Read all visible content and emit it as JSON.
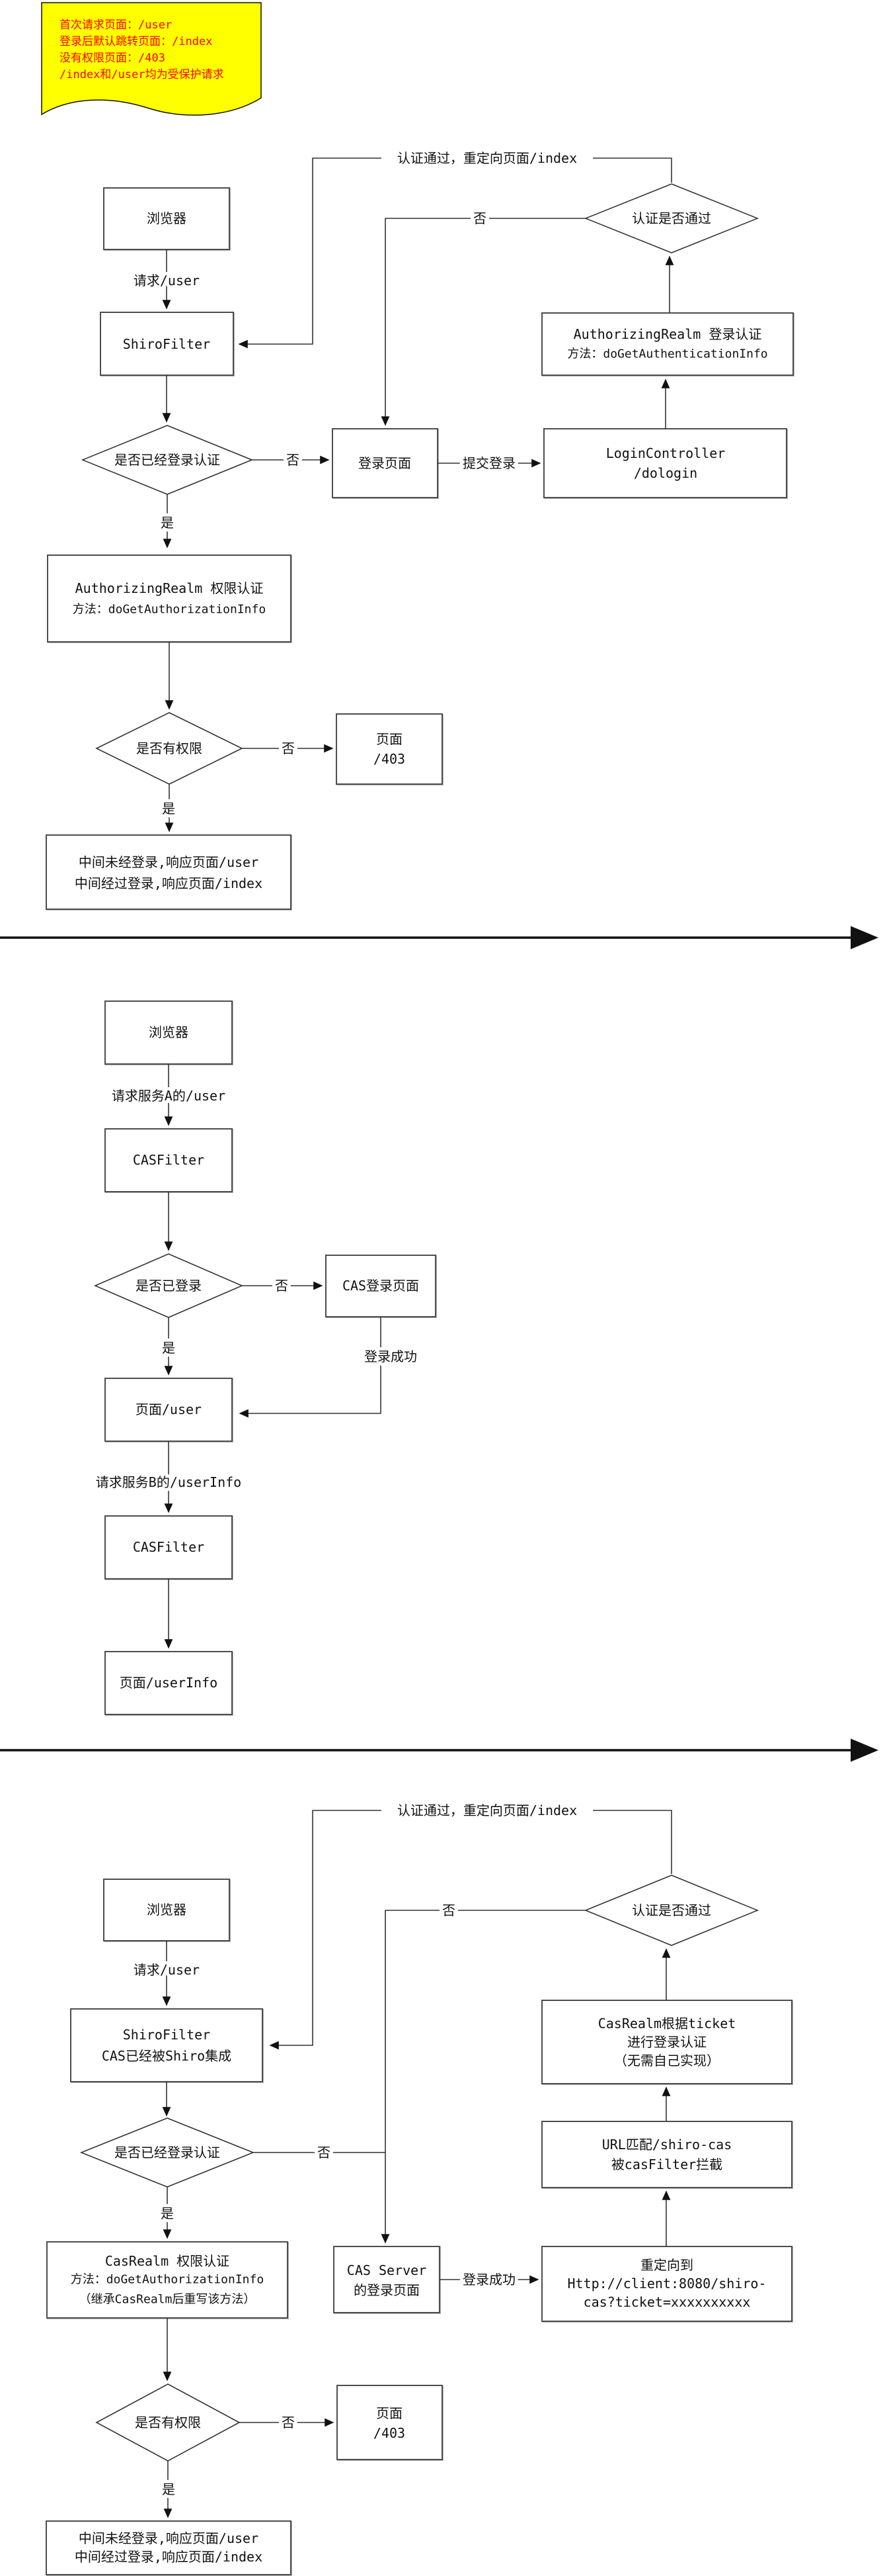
{
  "note": {
    "lines": [
      "首次请求页面：/user",
      "登录后默认跳转页面：/index",
      "没有权限页面：/403",
      "/index和/user均为受保护请求"
    ]
  },
  "labels": {
    "yes": "是",
    "no": "否",
    "auth_pass_redirect": "认证通过，重定向页面/index",
    "req_user": "请求/user",
    "submit_login": "提交登录",
    "login_success": "登录成功"
  },
  "s1": {
    "browser": "浏览器",
    "shiro_filter": "ShiroFilter",
    "d_logged_in": "是否已经登录认证",
    "login_page": "登录页面",
    "controller_l1": "LoginController",
    "controller_l2": "/dologin",
    "authn_l1": "AuthorizingRealm 登录认证",
    "authn_l2": "方法：doGetAuthenticationInfo",
    "d_auth_pass": "认证是否通过",
    "authz_l1": "AuthorizingRealm 权限认证",
    "authz_l2": "方法：doGetAuthorizationInfo",
    "d_has_perm": "是否有权限",
    "p403_l1": "页面",
    "p403_l2": "/403",
    "final_l1": "中间未经登录,响应页面/user",
    "final_l2": "中间经过登录,响应页面/index"
  },
  "s2": {
    "browser": "浏览器",
    "req_a": "请求服务A的/user",
    "cas_filter": "CASFilter",
    "d_logged_in": "是否已登录",
    "cas_login_page": "CAS登录页面",
    "page_user": "页面/user",
    "req_b": "请求服务B的/userInfo",
    "cas_filter2": "CASFilter",
    "page_userinfo": "页面/userInfo"
  },
  "s3": {
    "browser": "浏览器",
    "shiro_l1": "ShiroFilter",
    "shiro_l2": "CAS已经被Shiro集成",
    "d_logged_in": "是否已经登录认证",
    "d_auth_pass": "认证是否通过",
    "ticket_l1": "CasRealm根据ticket",
    "ticket_l2": "进行登录认证",
    "ticket_l3": "（无需自己实现）",
    "url_l1": "URL匹配/shiro-cas",
    "url_l2": "被casFilter拦截",
    "cas_server_l1": "CAS Server",
    "cas_server_l2": "的登录页面",
    "redirect_l1": "重定向到",
    "redirect_l2": "Http://client:8080/shiro-",
    "redirect_l3": "cas?ticket=xxxxxxxxxx",
    "authz_l1": "CasRealm 权限认证",
    "authz_l2": "方法：doGetAuthorizationInfo",
    "authz_l3": "（继承CasRealm后重写该方法）",
    "d_has_perm": "是否有权限",
    "p403_l1": "页面",
    "p403_l2": "/403",
    "final_l1": "中间未经登录,响应页面/user",
    "final_l2": "中间经过登录,响应页面/index"
  }
}
